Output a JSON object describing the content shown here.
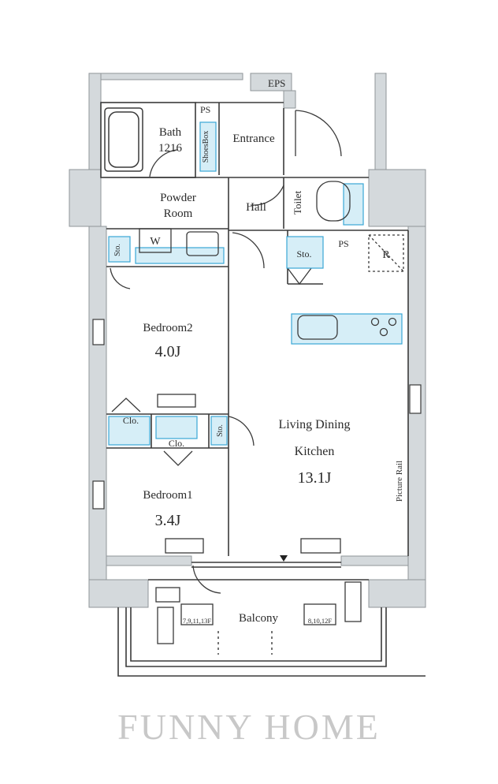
{
  "rooms": {
    "eps": "EPS",
    "ps_top": "PS",
    "bath_name": "Bath",
    "bath_size": "1216",
    "shoes_box": "ShoesBox",
    "entrance": "Entrance",
    "powder_l1": "Powder",
    "powder_l2": "Room",
    "washer": "W",
    "hall": "Hall",
    "toilet": "Toilet",
    "sto_left": "Sto.",
    "sto_hall": "Sto.",
    "ps_kitchen": "PS",
    "fridge": "R",
    "bedroom2_name": "Bedroom2",
    "bedroom2_size": "4.0J",
    "clo_left": "Clo.",
    "clo_mid": "Clo.",
    "sto_mid": "Sto.",
    "ldk_l1": "Living Dining",
    "ldk_l2": "Kitchen",
    "ldk_size": "13.1J",
    "picture_rail": "Picture Rail",
    "bedroom1_name": "Bedroom1",
    "bedroom1_size": "3.4J",
    "balcony": "Balcony",
    "floor_note_left": "7,9,11,13F",
    "floor_note_right": "8,10,12F"
  },
  "brand": "FUNNY HOME",
  "colors": {
    "wall": "#d4d9dc",
    "line": "#3a3a3a",
    "blue_fill": "#d6eef7",
    "blue_line": "#3aa7d6"
  }
}
